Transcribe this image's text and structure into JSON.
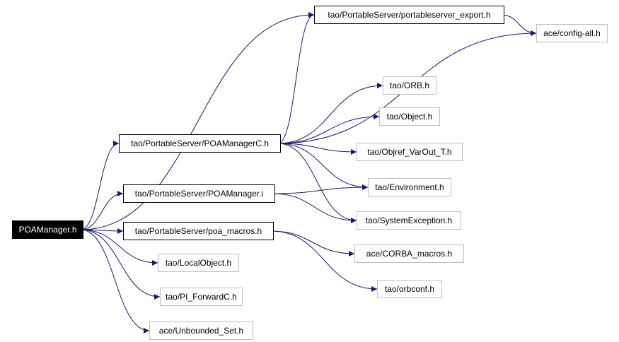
{
  "colors": {
    "edge": "#191970",
    "local_border": "#000000",
    "external_border": "#bfbfbf",
    "root_fill": "#000000",
    "root_text": "#ffffff"
  },
  "graph": {
    "nodes": [
      {
        "id": "root",
        "label": "POAManager.h",
        "kind": "root"
      },
      {
        "id": "pexport",
        "label": "tao/PortableServer/portableserver_export.h",
        "kind": "local"
      },
      {
        "id": "configall",
        "label": "ace/config-all.h",
        "kind": "external"
      },
      {
        "id": "orb",
        "label": "tao/ORB.h",
        "kind": "external"
      },
      {
        "id": "object",
        "label": "tao/Object.h",
        "kind": "external"
      },
      {
        "id": "poamgrc",
        "label": "tao/PortableServer/POAManagerC.h",
        "kind": "local"
      },
      {
        "id": "objref",
        "label": "tao/Objref_VarOut_T.h",
        "kind": "external"
      },
      {
        "id": "poamgri",
        "label": "tao/PortableServer/POAManager.i",
        "kind": "local"
      },
      {
        "id": "environment",
        "label": "tao/Environment.h",
        "kind": "external"
      },
      {
        "id": "sysexc",
        "label": "tao/SystemException.h",
        "kind": "external"
      },
      {
        "id": "poamacros",
        "label": "tao/PortableServer/poa_macros.h",
        "kind": "local"
      },
      {
        "id": "corbamacros",
        "label": "ace/CORBA_macros.h",
        "kind": "external"
      },
      {
        "id": "localobj",
        "label": "tao/LocalObject.h",
        "kind": "external"
      },
      {
        "id": "orbconf",
        "label": "tao/orbconf.h",
        "kind": "external"
      },
      {
        "id": "piforward",
        "label": "tao/PI_ForwardC.h",
        "kind": "external"
      },
      {
        "id": "unbounded",
        "label": "ace/Unbounded_Set.h",
        "kind": "external"
      }
    ],
    "edges": [
      {
        "from": "root",
        "to": "pexport"
      },
      {
        "from": "root",
        "to": "poamgrc"
      },
      {
        "from": "root",
        "to": "poamgri"
      },
      {
        "from": "root",
        "to": "poamacros"
      },
      {
        "from": "root",
        "to": "localobj"
      },
      {
        "from": "root",
        "to": "piforward"
      },
      {
        "from": "root",
        "to": "unbounded"
      },
      {
        "from": "pexport",
        "to": "configall"
      },
      {
        "from": "poamgrc",
        "to": "pexport"
      },
      {
        "from": "poamgrc",
        "to": "configall"
      },
      {
        "from": "poamgrc",
        "to": "orb"
      },
      {
        "from": "poamgrc",
        "to": "object"
      },
      {
        "from": "poamgrc",
        "to": "objref"
      },
      {
        "from": "poamgrc",
        "to": "environment"
      },
      {
        "from": "poamgrc",
        "to": "sysexc"
      },
      {
        "from": "poamgri",
        "to": "environment"
      },
      {
        "from": "poamgri",
        "to": "sysexc"
      },
      {
        "from": "poamacros",
        "to": "corbamacros"
      },
      {
        "from": "poamacros",
        "to": "orbconf"
      }
    ]
  }
}
